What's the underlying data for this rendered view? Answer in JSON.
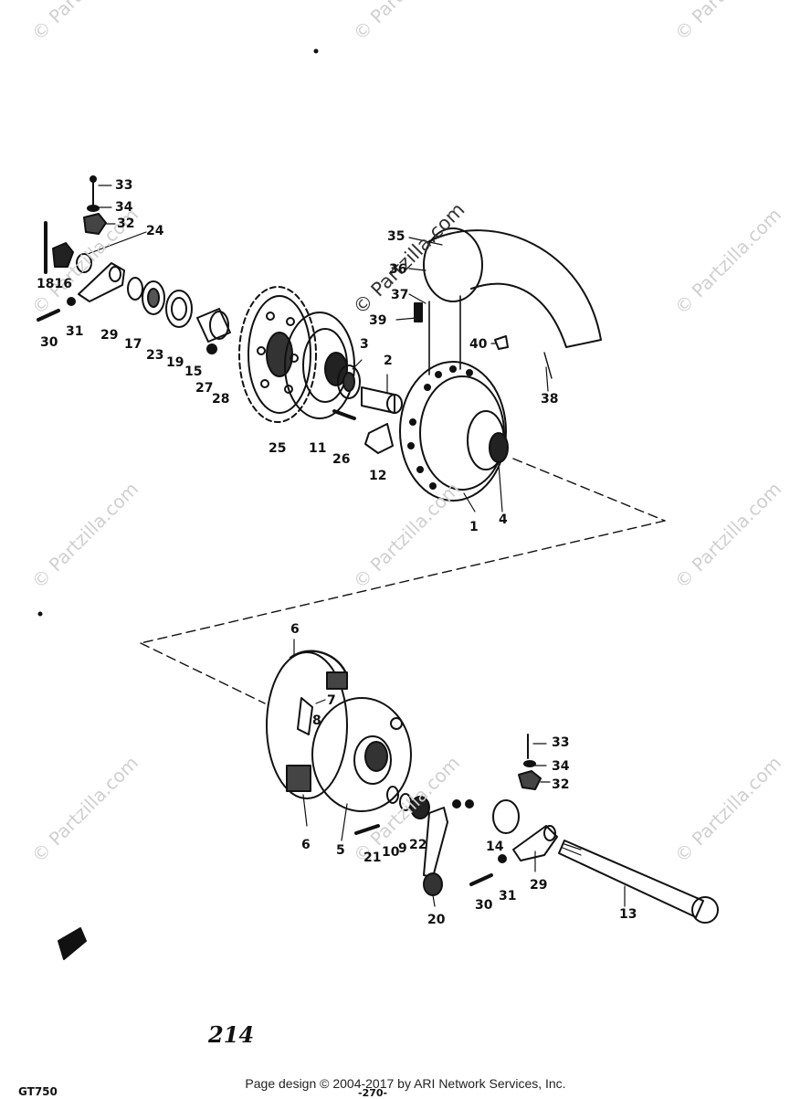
{
  "watermark_text": "© Partzilla.com",
  "callouts": [
    {
      "id": "c33a",
      "text": "33"
    },
    {
      "id": "c34a",
      "text": "34"
    },
    {
      "id": "c32a",
      "text": "32"
    },
    {
      "id": "c24",
      "text": "24"
    },
    {
      "id": "c1816",
      "text": "1816"
    },
    {
      "id": "c30a",
      "text": "30"
    },
    {
      "id": "c31a",
      "text": "31"
    },
    {
      "id": "c29a",
      "text": "29"
    },
    {
      "id": "c17",
      "text": "17"
    },
    {
      "id": "c23",
      "text": "23"
    },
    {
      "id": "c19",
      "text": "19"
    },
    {
      "id": "c15",
      "text": "15"
    },
    {
      "id": "c27",
      "text": "27"
    },
    {
      "id": "c28",
      "text": "28"
    },
    {
      "id": "c3",
      "text": "3"
    },
    {
      "id": "c2",
      "text": "2"
    },
    {
      "id": "c25",
      "text": "25"
    },
    {
      "id": "c11",
      "text": "11"
    },
    {
      "id": "c26",
      "text": "26"
    },
    {
      "id": "c12",
      "text": "12"
    },
    {
      "id": "c35",
      "text": "35"
    },
    {
      "id": "c36",
      "text": "36"
    },
    {
      "id": "c37",
      "text": "37"
    },
    {
      "id": "c39",
      "text": "39"
    },
    {
      "id": "c40",
      "text": "40"
    },
    {
      "id": "c38",
      "text": "38"
    },
    {
      "id": "c1",
      "text": "1"
    },
    {
      "id": "c4",
      "text": "4"
    },
    {
      "id": "c6a",
      "text": "6"
    },
    {
      "id": "c7",
      "text": "7"
    },
    {
      "id": "c8",
      "text": "8"
    },
    {
      "id": "c6b",
      "text": "6"
    },
    {
      "id": "c5",
      "text": "5"
    },
    {
      "id": "c21",
      "text": "21"
    },
    {
      "id": "c10",
      "text": "10"
    },
    {
      "id": "c9",
      "text": "9"
    },
    {
      "id": "c22",
      "text": "22"
    },
    {
      "id": "c20",
      "text": "20"
    },
    {
      "id": "c33b",
      "text": "33"
    },
    {
      "id": "c34b",
      "text": "34"
    },
    {
      "id": "c32b",
      "text": "32"
    },
    {
      "id": "c14",
      "text": "14"
    },
    {
      "id": "c29b",
      "text": "29"
    },
    {
      "id": "c30b",
      "text": "30"
    },
    {
      "id": "c31b",
      "text": "31"
    },
    {
      "id": "c13",
      "text": "13"
    }
  ],
  "page_number": "214",
  "model_code": "GT750",
  "sub_code": "-270-",
  "footer": "Page design © 2004-2017 by ARI Network Services, Inc."
}
